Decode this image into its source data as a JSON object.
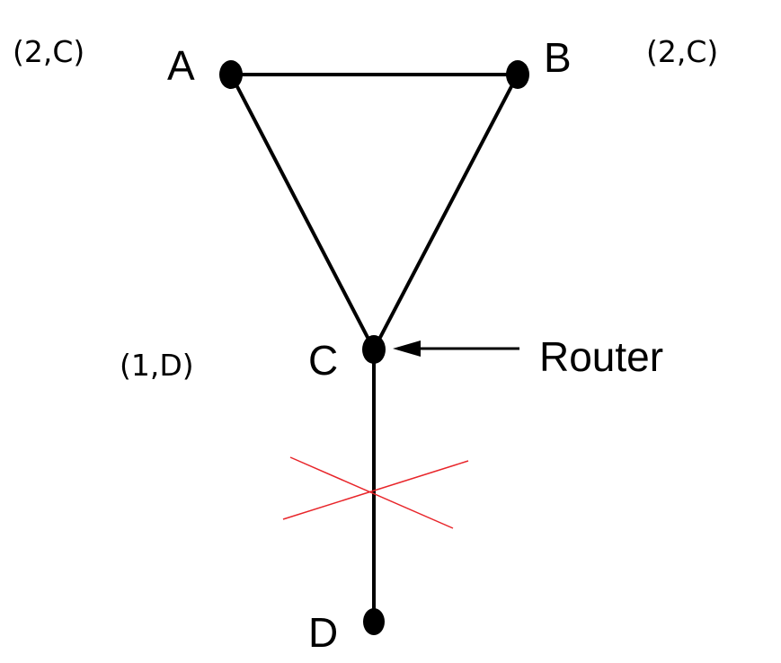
{
  "nodes": {
    "a": {
      "label": "A",
      "distance_vector": "(2,C)"
    },
    "b": {
      "label": "B",
      "distance_vector": "(2,C)"
    },
    "c": {
      "label": "C",
      "distance_vector": "(1,D)"
    },
    "d": {
      "label": "D"
    }
  },
  "router_annotation": {
    "label": "Router",
    "target": "C"
  },
  "links": [
    {
      "from": "A",
      "to": "B",
      "status": "up"
    },
    {
      "from": "A",
      "to": "C",
      "status": "up"
    },
    {
      "from": "B",
      "to": "C",
      "status": "up"
    },
    {
      "from": "C",
      "to": "D",
      "status": "failed"
    }
  ],
  "colors": {
    "edges": "#000000",
    "nodes": "#000000",
    "failure_mark": "#e8252a"
  }
}
